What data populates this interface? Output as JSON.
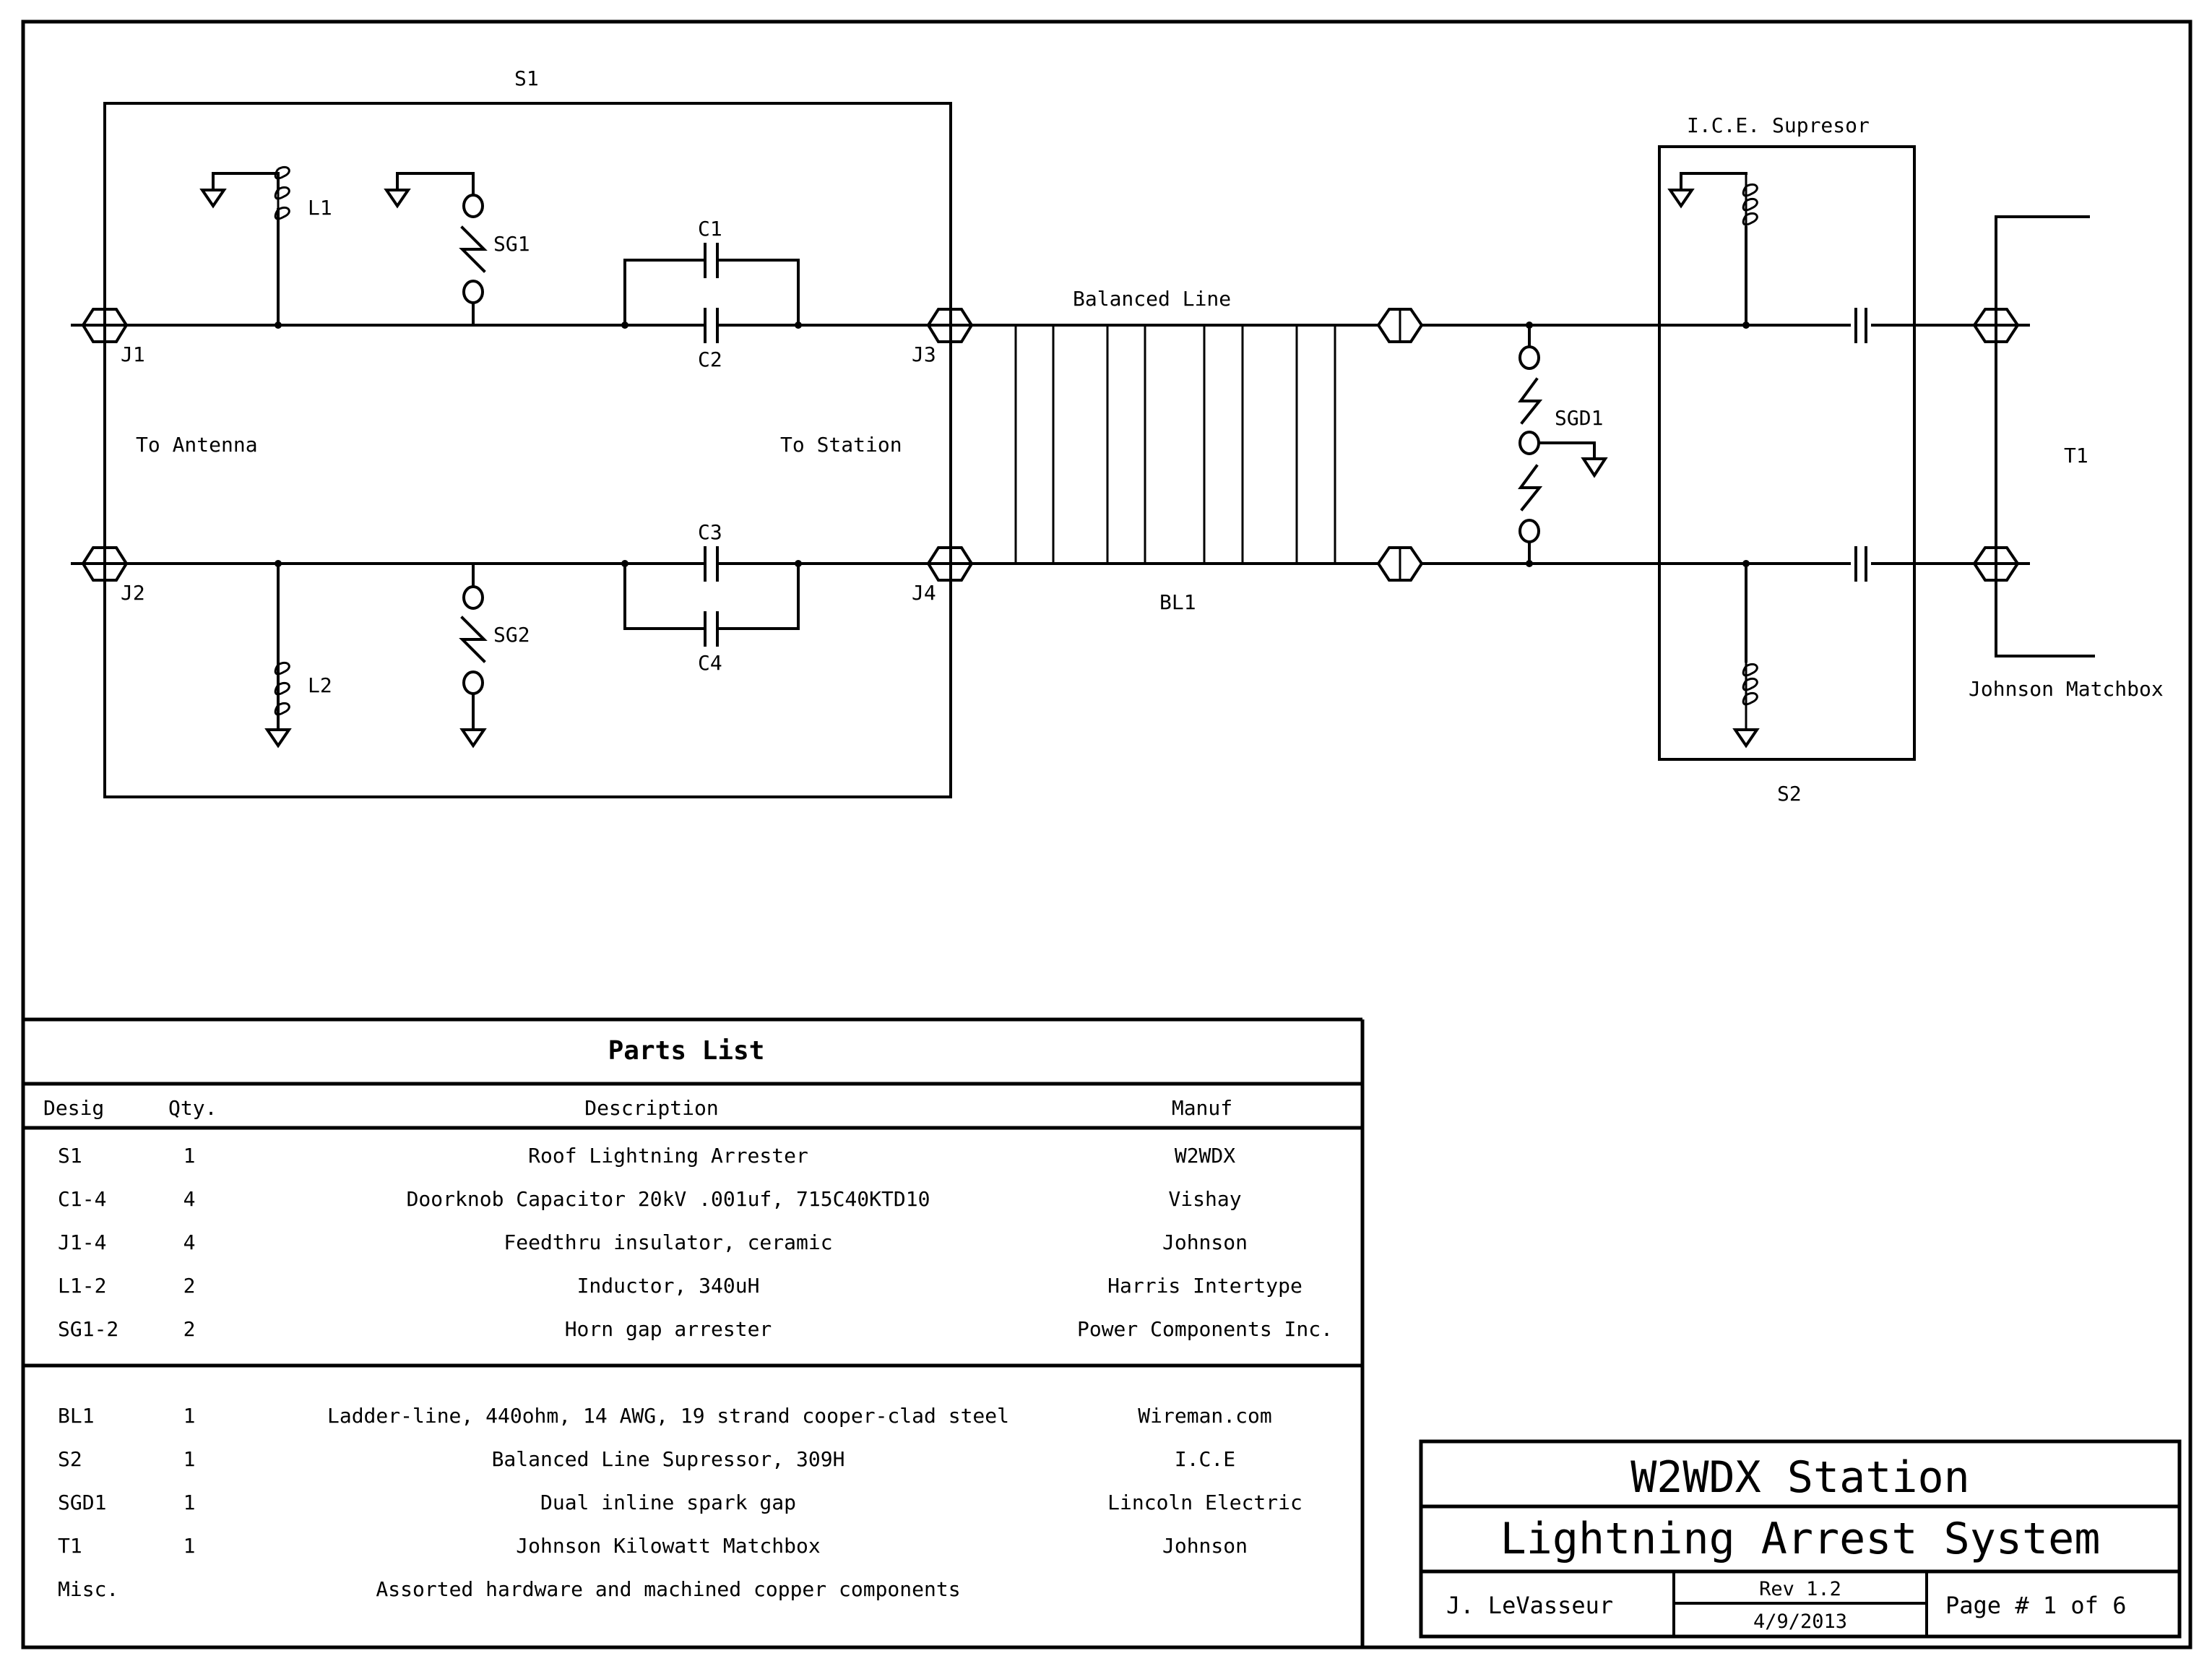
{
  "schematic": {
    "labels": {
      "s1": "S1",
      "l1": "L1",
      "l2": "L2",
      "sg1": "SG1",
      "sg2": "SG2",
      "c1": "C1",
      "c2": "C2",
      "c3": "C3",
      "c4": "C4",
      "j1": "J1",
      "j2": "J2",
      "j3": "J3",
      "j4": "J4",
      "to_antenna": "To Antenna",
      "to_station": "To Station",
      "balanced_line": "Balanced Line",
      "bl1": "BL1",
      "sgd1": "SGD1",
      "ice_supresor": "I.C.E. Supresor",
      "s2": "S2",
      "t1": "T1",
      "johnson_matchbox": "Johnson Matchbox"
    }
  },
  "parts_list": {
    "title": "Parts List",
    "columns": [
      "Desig",
      "Qty.",
      "Description",
      "Manuf"
    ],
    "group1": [
      {
        "desig": "S1",
        "qty": "1",
        "description": "Roof Lightning Arrester",
        "manuf": "W2WDX"
      },
      {
        "desig": "C1-4",
        "qty": "4",
        "description": "Doorknob Capacitor 20kV .001uf, 715C40KTD10",
        "manuf": "Vishay"
      },
      {
        "desig": "J1-4",
        "qty": "4",
        "description": "Feedthru insulator, ceramic",
        "manuf": "Johnson"
      },
      {
        "desig": "L1-2",
        "qty": "2",
        "description": "Inductor, 340uH",
        "manuf": "Harris Intertype"
      },
      {
        "desig": "SG1-2",
        "qty": "2",
        "description": "Horn gap arrester",
        "manuf": "Power Components Inc."
      }
    ],
    "group2": [
      {
        "desig": "BL1",
        "qty": "1",
        "description": "Ladder-line, 440ohm, 14 AWG, 19 strand cooper-clad steel",
        "manuf": "Wireman.com"
      },
      {
        "desig": "S2",
        "qty": "1",
        "description": "Balanced Line Supressor, 309H",
        "manuf": "I.C.E"
      },
      {
        "desig": "SGD1",
        "qty": "1",
        "description": "Dual inline spark gap",
        "manuf": "Lincoln Electric"
      },
      {
        "desig": "T1",
        "qty": "1",
        "description": "Johnson Kilowatt Matchbox",
        "manuf": "Johnson"
      },
      {
        "desig": "Misc.",
        "qty": "",
        "description": "Assorted hardware and machined copper components",
        "manuf": ""
      }
    ]
  },
  "title_block": {
    "line1": "W2WDX Station",
    "line2": "Lightning Arrest System",
    "author": "J. LeVasseur",
    "revision": "Rev 1.2",
    "date": "4/9/2013",
    "page": "Page # 1 of 6"
  }
}
